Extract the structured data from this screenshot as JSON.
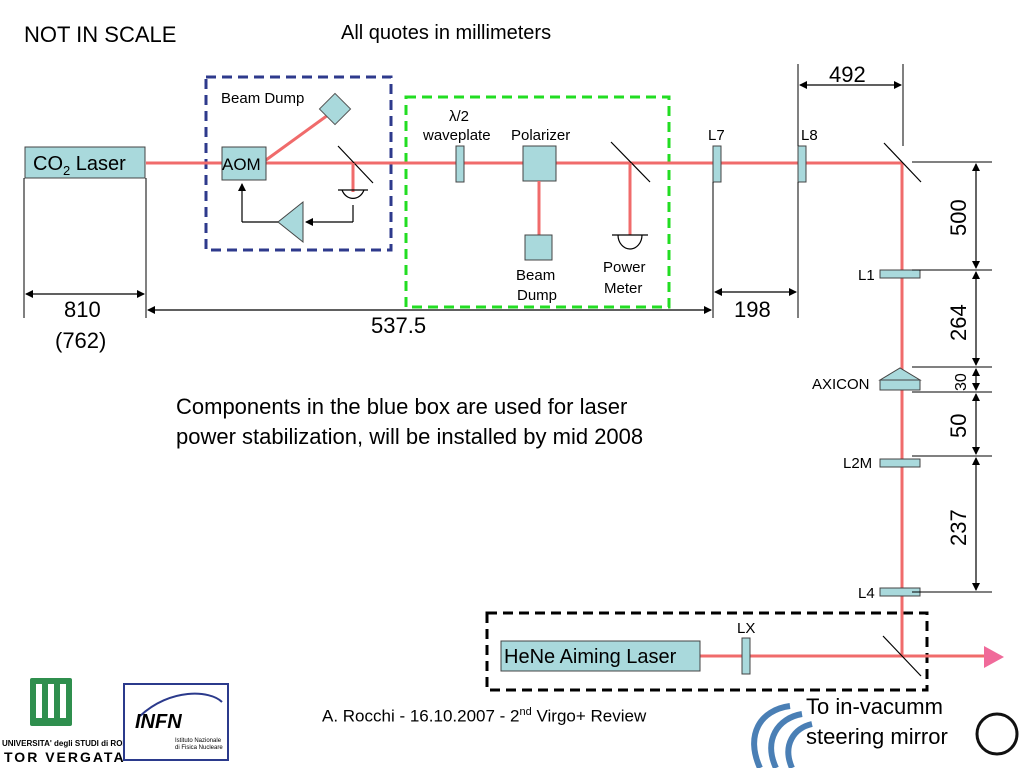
{
  "header": {
    "scale_note": "NOT IN SCALE",
    "units_note": "All quotes in millimeters"
  },
  "components": {
    "co2_laser": "CO",
    "co2_sub": "2",
    "co2_suffix": " Laser",
    "aom": "AOM",
    "beam_dump_top": "Beam Dump",
    "waveplate_line1": "λ/2",
    "waveplate_line2": "waveplate",
    "polarizer": "Polarizer",
    "beam_dump_bottom_1": "Beam",
    "beam_dump_bottom_2": "Dump",
    "power_meter_1": "Power",
    "power_meter_2": "Meter",
    "l7": "L7",
    "l8": "L8",
    "l1": "L1",
    "axicon": "AXICON",
    "l2m": "L2M",
    "l4": "L4",
    "lx": "LX",
    "hene": "HeNe Aiming Laser"
  },
  "dimensions": {
    "d492": "492",
    "d500": "500",
    "d264": "264",
    "d30": "30",
    "d50": "50",
    "d237": "237",
    "d810": "810",
    "d762": "(762)",
    "d537": "537.5",
    "d198": "198"
  },
  "note": {
    "line1": "Components in the blue box are used for laser",
    "line2": "power stabilization, will be installed by mid 2008"
  },
  "destination": {
    "line1": "To in-vacumm",
    "line2": "steering mirror"
  },
  "footer": {
    "prefix": "A. Rocchi - 16.10.2007 - 2",
    "sup": "nd",
    "suffix": " Virgo+ Review"
  },
  "logos": {
    "tor_vergata_1": "UNIVERSITA' degli STUDI di ROMA",
    "tor_vergata_2": "TOR VERGATA",
    "infn": "INFN",
    "infn_sub1": "Istituto Nazionale",
    "infn_sub2": "di Fisica Nucleare"
  },
  "colors": {
    "beam": "#f06b6b",
    "component_fill": "#a9d9dc",
    "blue_box": "#2e3a8c",
    "green_box": "#22dd22",
    "output_arrow": "#f06a9a"
  }
}
